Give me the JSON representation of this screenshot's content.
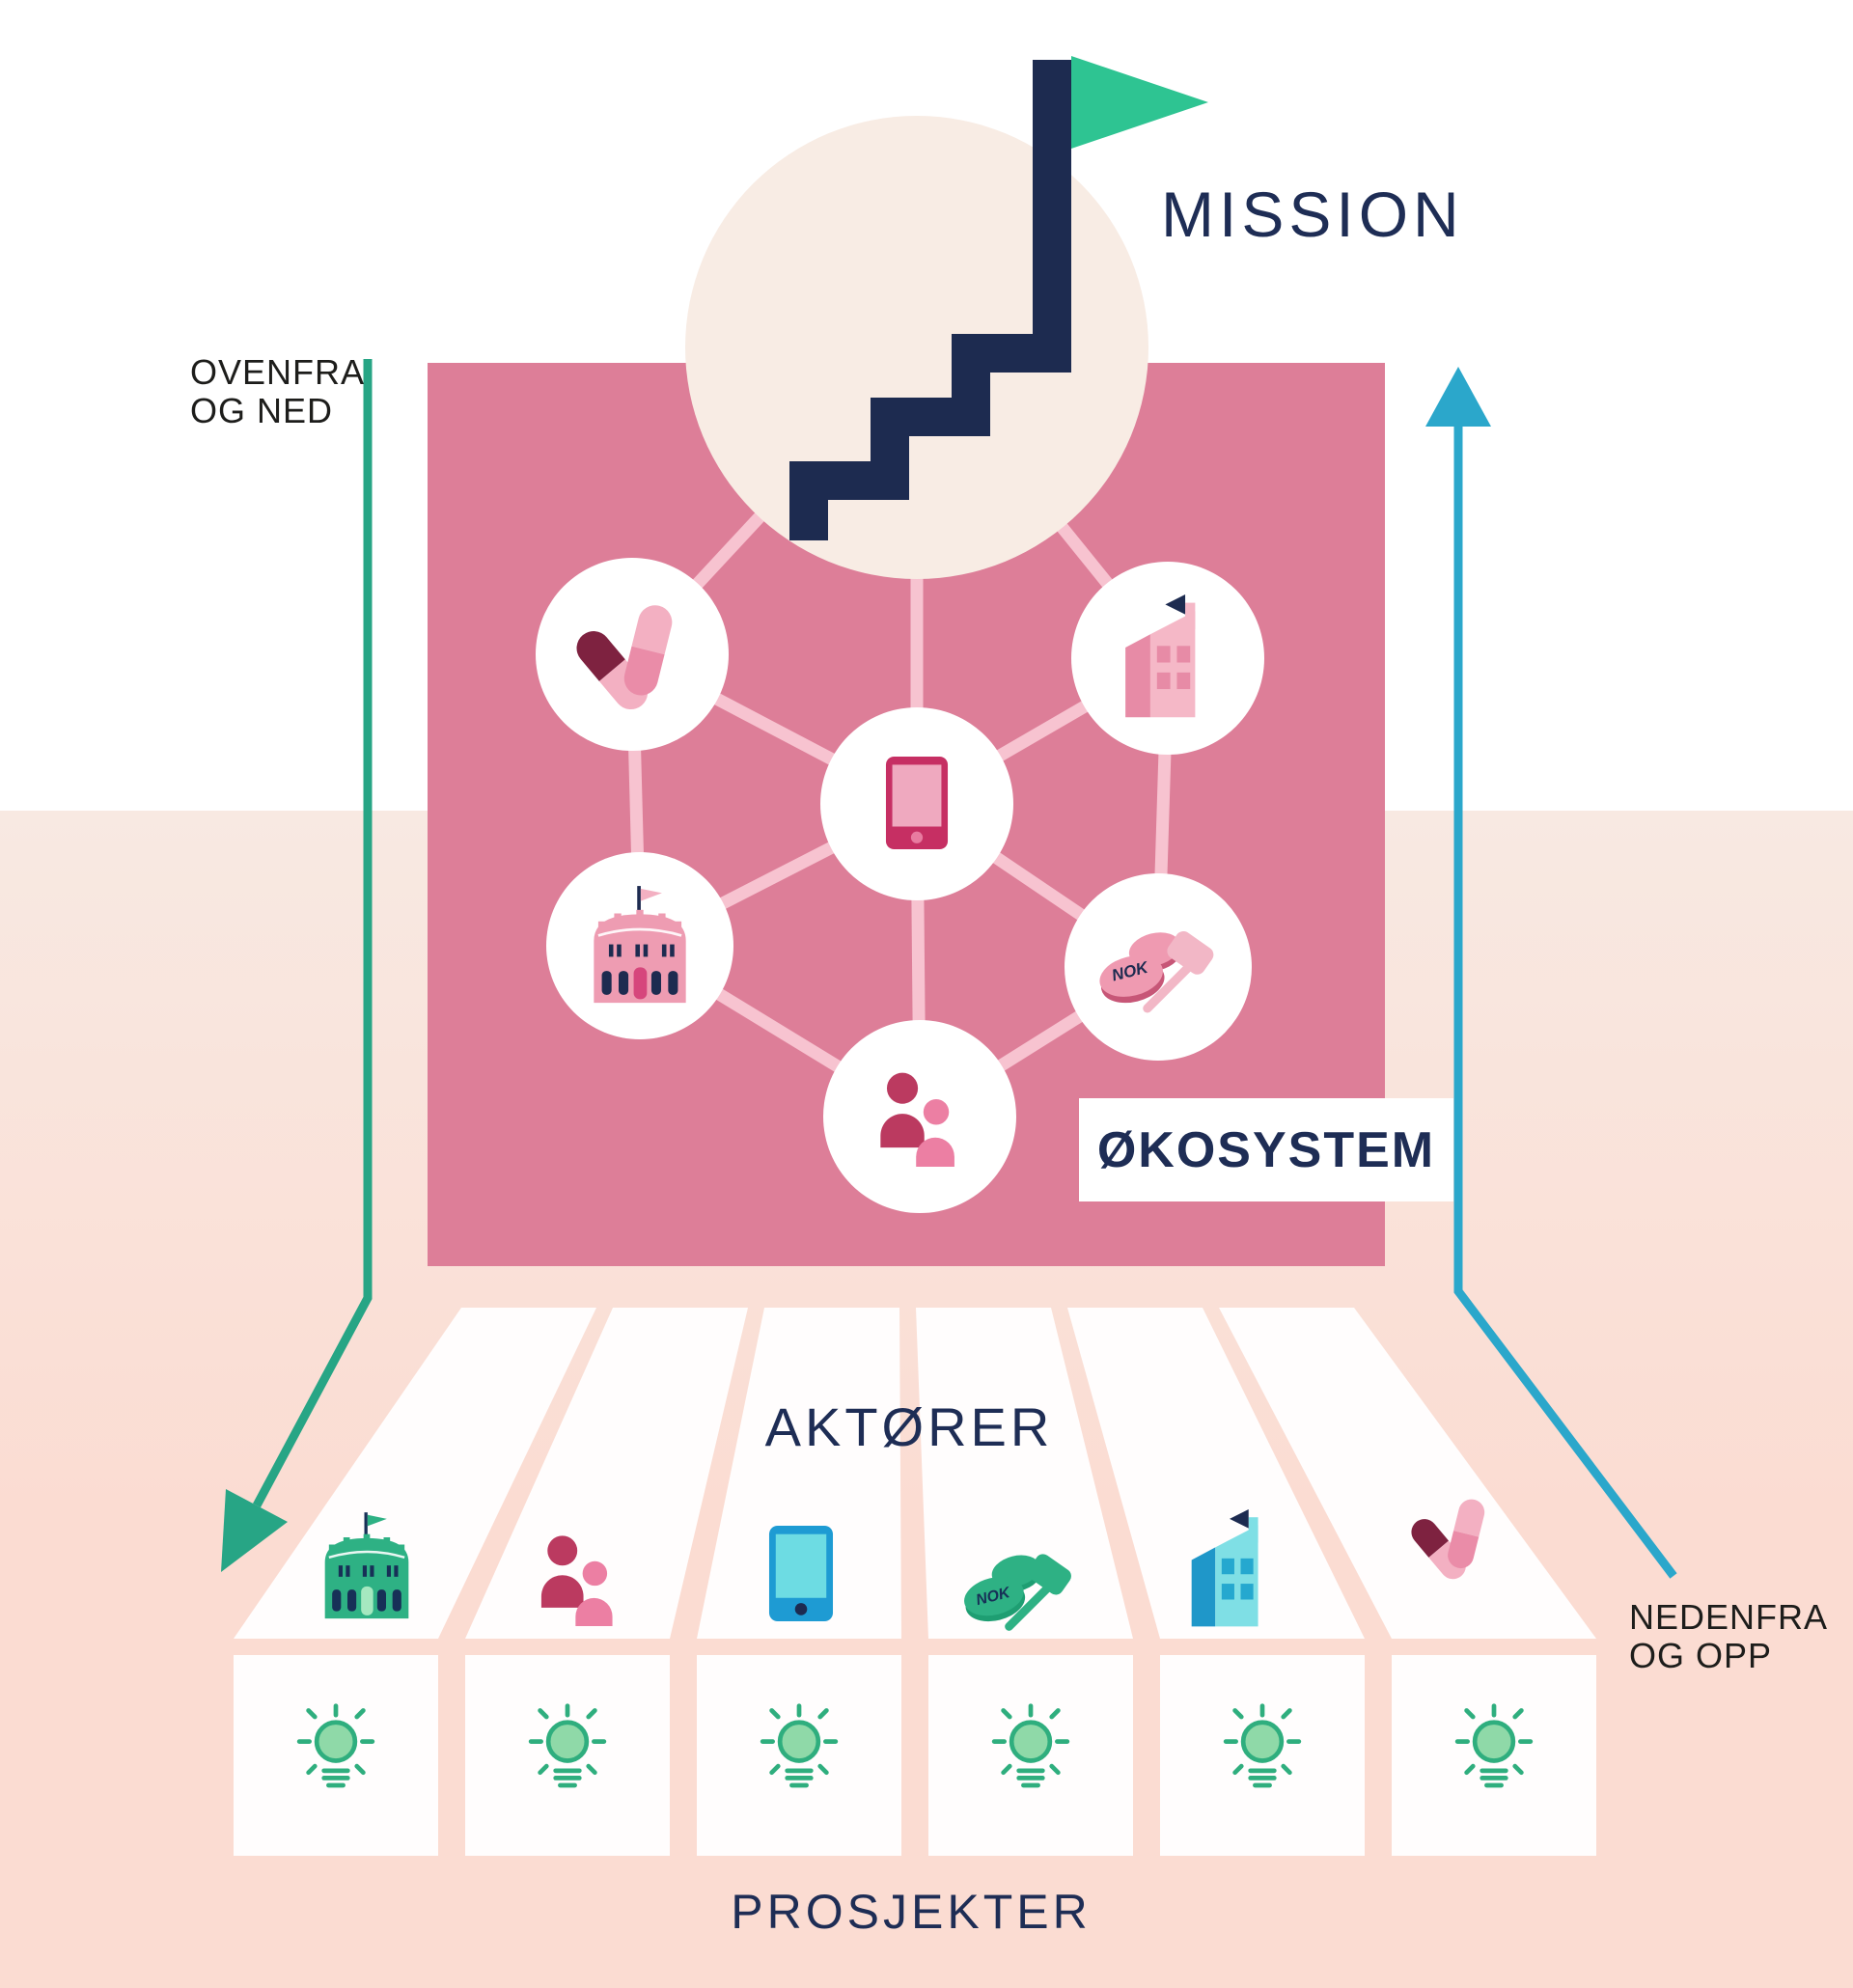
{
  "labels": {
    "mission": "MISSION",
    "ecosystem": "ØKOSYSTEM",
    "actors": "AKTØRER",
    "projects": "PROSJEKTER",
    "top_down_line1": "OVENFRA",
    "top_down_line2": "OG NED",
    "bottom_up_line1": "NEDENFRA",
    "bottom_up_line2": "OG OPP",
    "coin_text": "NOK"
  },
  "ecosystem": {
    "node_icons": [
      "pills",
      "building",
      "phone",
      "castle",
      "coins-gavel",
      "people"
    ],
    "connected_to_flag_circle": true
  },
  "actors": {
    "icons": [
      "castle",
      "people",
      "phone",
      "coins-gavel",
      "building",
      "pills"
    ]
  },
  "projects": {
    "box_count": 6,
    "icon": "lightbulb"
  },
  "colors": {
    "background_top": "#ffffff",
    "background_bottom": "#fbdcd2",
    "square_pink": "#dd7e98",
    "connector_pink": "#f7c3d0",
    "cream_circle": "#f8ece4",
    "navy": "#1d2b50",
    "label_dark": "#1d1d1b",
    "green_arrow": "#27a585",
    "cyan_arrow": "#2ba7cb",
    "flag_green": "#2ec492",
    "icon_green": "#2eb184",
    "lightbulb_stroke": "#2fae7e",
    "lightbulb_fill": "#8fd9a8"
  }
}
